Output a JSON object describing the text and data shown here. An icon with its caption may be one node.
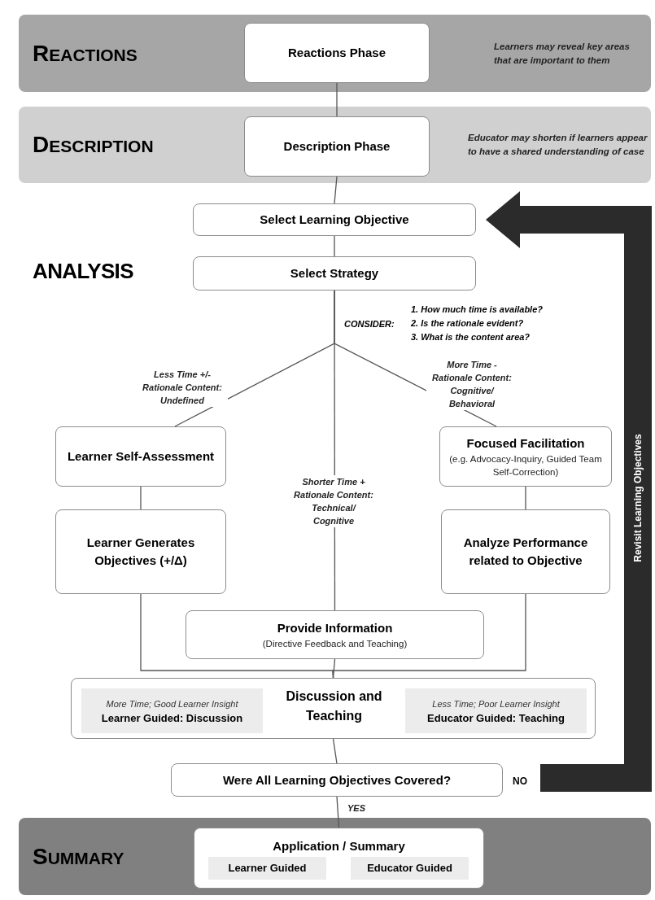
{
  "diagram": {
    "nodes": [
      {
        "text": [
          "REACTIONS",
          "Learners may reveal key areas that are important to them"
        ]
      },
      {
        "text": [
          "Reactions Phase"
        ],
        "in": 0
      },
      {
        "text": [
          "DESCRIPTION",
          "Educator may shorten if learners appear to have a shared understanding of case"
        ]
      },
      {
        "text": [
          "Description Phase"
        ],
        "in": 2
      },
      {
        "text": [
          "Select Learning Objective"
        ]
      },
      {
        "text": [
          "Select Strategy"
        ]
      },
      {
        "text": [
          "Learner Self-Assessment"
        ]
      },
      {
        "text": [
          "Focused Facilitation",
          "(e.g. Advocacy-Inquiry, Guided Team Self-Correction)"
        ]
      },
      {
        "text": [
          "Learner Generates Objectives (+/Δ)"
        ]
      },
      {
        "text": [
          "Analyze Performance related to Objective"
        ]
      },
      {
        "text": [
          "Provide Information",
          "(Directive Feedback and Teaching)"
        ]
      },
      {
        "text": [
          "Discussion and Teaching"
        ]
      },
      {
        "text": [
          "More Time; Good Learner Insight",
          "Learner Guided: Discussion"
        ],
        "in": 11
      },
      {
        "text": [
          "Less Time; Poor Learner Insight",
          "Educator Guided: Teaching"
        ],
        "in": 11
      },
      {
        "text": [
          "Were All Learning Objectives Covered?"
        ]
      },
      {
        "text": [
          "SUMMARY"
        ]
      },
      {
        "text": [
          "Application / Summary"
        ],
        "in": 15
      },
      {
        "text": [
          "Learner Guided"
        ],
        "in": 16
      },
      {
        "text": [
          "Educator Guided"
        ],
        "in": 16
      }
    ],
    "edges": [
      {
        "from": 1,
        "to": 3,
        "arrow": "none"
      },
      {
        "from": 3,
        "to": 4,
        "arrow": "none"
      },
      {
        "from": 4,
        "to": 5,
        "arrow": "none"
      },
      {
        "from": 5,
        "to": 6,
        "arrow": "none",
        "label": "Less Time +/- Rationale Content: Undefined"
      },
      {
        "from": 5,
        "to": 10,
        "arrow": "none",
        "label": "Shorter Time + Rationale Content: Technical/ Cognitive"
      },
      {
        "from": 5,
        "to": 7,
        "arrow": "none",
        "label": "More Time - Rationale Content: Cognitive/ Behavioral"
      },
      {
        "from": 6,
        "to": 8,
        "arrow": "none"
      },
      {
        "from": 7,
        "to": 9,
        "arrow": "none"
      },
      {
        "from": 8,
        "to": 11,
        "arrow": "none"
      },
      {
        "from": 9,
        "to": 11,
        "arrow": "none"
      },
      {
        "from": 10,
        "to": 11,
        "arrow": "none"
      },
      {
        "from": 11,
        "to": 14,
        "arrow": "none"
      },
      {
        "from": 14,
        "to": 16,
        "arrow": "none",
        "label": "YES"
      },
      {
        "from": 14,
        "to": 4,
        "arrow": "to",
        "label": "Revisit Learning Objectives",
        "style": "thick",
        "color": "#2b2b2b"
      }
    ],
    "labels": [
      "ANALYSIS",
      "CONSIDER:",
      "1. How much time is available?",
      "2. Is the rationale evident?",
      "3. What is the content area?",
      "NO"
    ]
  }
}
